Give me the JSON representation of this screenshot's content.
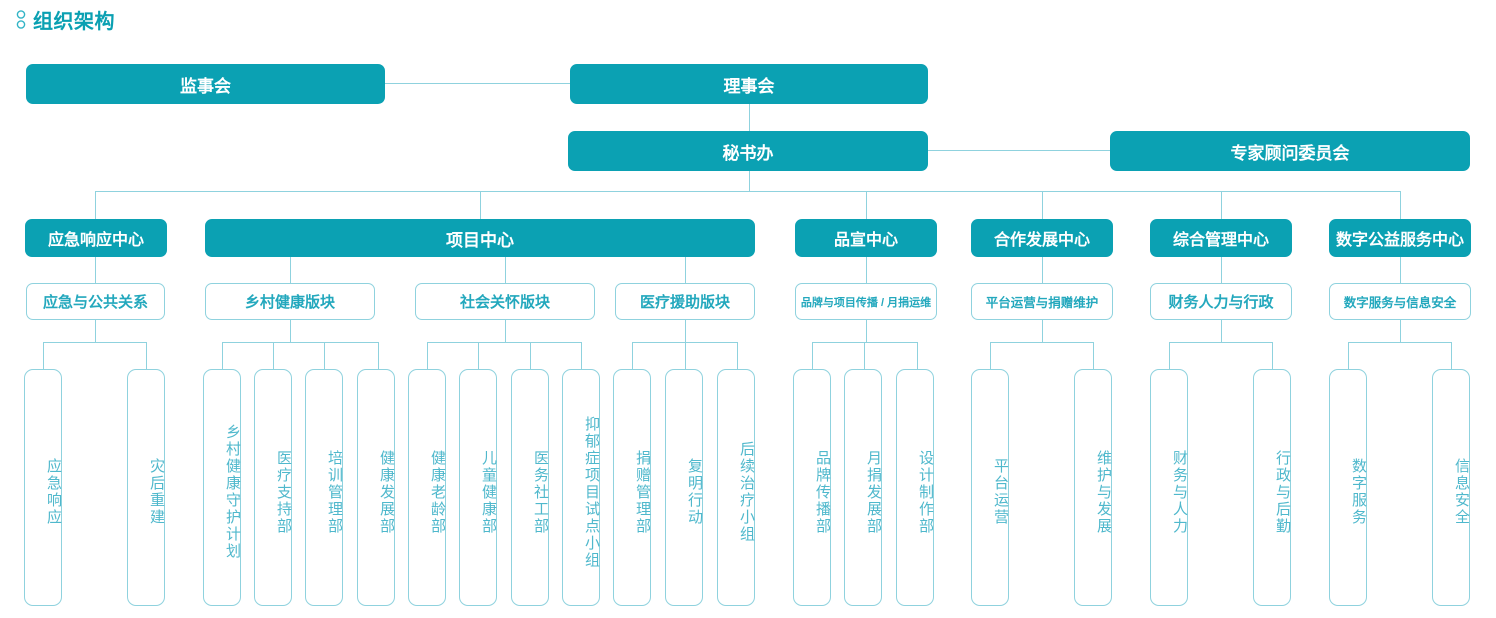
{
  "header": {
    "title": "组织架构",
    "icon": "org-hierarchy-icon"
  },
  "colors": {
    "solid_fill": "#0ba1b3",
    "line": "#8fd2de",
    "outline_text": "#23a8bd",
    "vertical_text": "#4fb8cc",
    "title_text": "#0aa0b2",
    "background": "#ffffff"
  },
  "nodes": {
    "supervisory_board": "监事会",
    "board_of_directors": "理事会",
    "secretariat": "秘书办",
    "expert_advisory_committee": "专家顾问委员会",
    "centers": {
      "emergency": "应急响应中心",
      "project": "项目中心",
      "brand": "品宣中心",
      "partnership": "合作发展中心",
      "general_admin": "综合管理中心",
      "digital": "数字公益服务中心"
    },
    "sections": {
      "emergency_public_relations": "应急与公共关系",
      "rural_health": "乡村健康版块",
      "social_care": "社会关怀版块",
      "medical_aid": "医疗援助版块",
      "brand_comm_monthly": "品牌与项目传播 / 月捐运维",
      "platform_ops_donation": "平台运营与捐赠维护",
      "finance_hr_admin": "财务人力与行政",
      "digital_service_security": "数字服务与信息安全"
    },
    "teams": {
      "emergency_response": "应急响应",
      "post_disaster_reconstruction": "灾后重建",
      "rural_health_guardian_plan": "乡村健康守护计划",
      "medical_support_dept": "医疗支持部",
      "training_management_dept": "培训管理部",
      "health_development_dept": "健康发展部",
      "healthy_aging_dept": "健康老龄部",
      "child_health_dept": "儿童健康部",
      "medical_social_work_dept": "医务社工部",
      "depression_pilot_group": "抑郁症项目试点小组",
      "donation_management_dept": "捐赠管理部",
      "sight_restoration_action": "复明行动",
      "followup_treatment_group": "后续治疗小组",
      "brand_communication_dept": "品牌传播部",
      "monthly_donation_dev_dept": "月捐发展部",
      "design_production_dept": "设计制作部",
      "platform_operations": "平台运营",
      "maintenance_development": "维护与发展",
      "finance_and_hr": "财务与人力",
      "admin_and_logistics": "行政与后勤",
      "digital_services": "数字服务",
      "information_security": "信息安全"
    }
  },
  "chart_data": {
    "type": "tree",
    "title": "组织架构",
    "levels": 5,
    "tree": [
      {
        "label": "理事会",
        "style": "solid",
        "peers": [
          "监事会"
        ],
        "children": [
          {
            "label": "秘书办",
            "style": "solid",
            "peers": [
              "专家顾问委员会"
            ],
            "children": [
              {
                "label": "应急响应中心",
                "style": "solid",
                "children": [
                  {
                    "label": "应急与公共关系",
                    "style": "outline",
                    "children": [
                      {
                        "label": "应急响应",
                        "style": "vertical"
                      },
                      {
                        "label": "灾后重建",
                        "style": "vertical"
                      }
                    ]
                  }
                ]
              },
              {
                "label": "项目中心",
                "style": "solid",
                "children": [
                  {
                    "label": "乡村健康版块",
                    "style": "outline",
                    "children": [
                      {
                        "label": "乡村健康守护计划",
                        "style": "vertical"
                      },
                      {
                        "label": "医疗支持部",
                        "style": "vertical"
                      },
                      {
                        "label": "培训管理部",
                        "style": "vertical"
                      },
                      {
                        "label": "健康发展部",
                        "style": "vertical"
                      }
                    ]
                  },
                  {
                    "label": "社会关怀版块",
                    "style": "outline",
                    "children": [
                      {
                        "label": "健康老龄部",
                        "style": "vertical"
                      },
                      {
                        "label": "儿童健康部",
                        "style": "vertical"
                      },
                      {
                        "label": "医务社工部",
                        "style": "vertical"
                      },
                      {
                        "label": "抑郁症项目试点小组",
                        "style": "vertical"
                      }
                    ]
                  },
                  {
                    "label": "医疗援助版块",
                    "style": "outline",
                    "children": [
                      {
                        "label": "捐赠管理部",
                        "style": "vertical"
                      },
                      {
                        "label": "复明行动",
                        "style": "vertical"
                      },
                      {
                        "label": "后续治疗小组",
                        "style": "vertical"
                      }
                    ]
                  }
                ]
              },
              {
                "label": "品宣中心",
                "style": "solid",
                "children": [
                  {
                    "label": "品牌与项目传播 / 月捐运维",
                    "style": "outline",
                    "children": [
                      {
                        "label": "品牌传播部",
                        "style": "vertical"
                      },
                      {
                        "label": "月捐发展部",
                        "style": "vertical"
                      },
                      {
                        "label": "设计制作部",
                        "style": "vertical"
                      }
                    ]
                  }
                ]
              },
              {
                "label": "合作发展中心",
                "style": "solid",
                "children": [
                  {
                    "label": "平台运营与捐赠维护",
                    "style": "outline",
                    "children": [
                      {
                        "label": "平台运营",
                        "style": "vertical"
                      },
                      {
                        "label": "维护与发展",
                        "style": "vertical"
                      }
                    ]
                  }
                ]
              },
              {
                "label": "综合管理中心",
                "style": "solid",
                "children": [
                  {
                    "label": "财务人力与行政",
                    "style": "outline",
                    "children": [
                      {
                        "label": "财务与人力",
                        "style": "vertical"
                      },
                      {
                        "label": "行政与后勤",
                        "style": "vertical"
                      }
                    ]
                  }
                ]
              },
              {
                "label": "数字公益服务中心",
                "style": "solid",
                "children": [
                  {
                    "label": "数字服务与信息安全",
                    "style": "outline",
                    "children": [
                      {
                        "label": "数字服务",
                        "style": "vertical"
                      },
                      {
                        "label": "信息安全",
                        "style": "vertical"
                      }
                    ]
                  }
                ]
              }
            ]
          }
        ]
      }
    ]
  }
}
